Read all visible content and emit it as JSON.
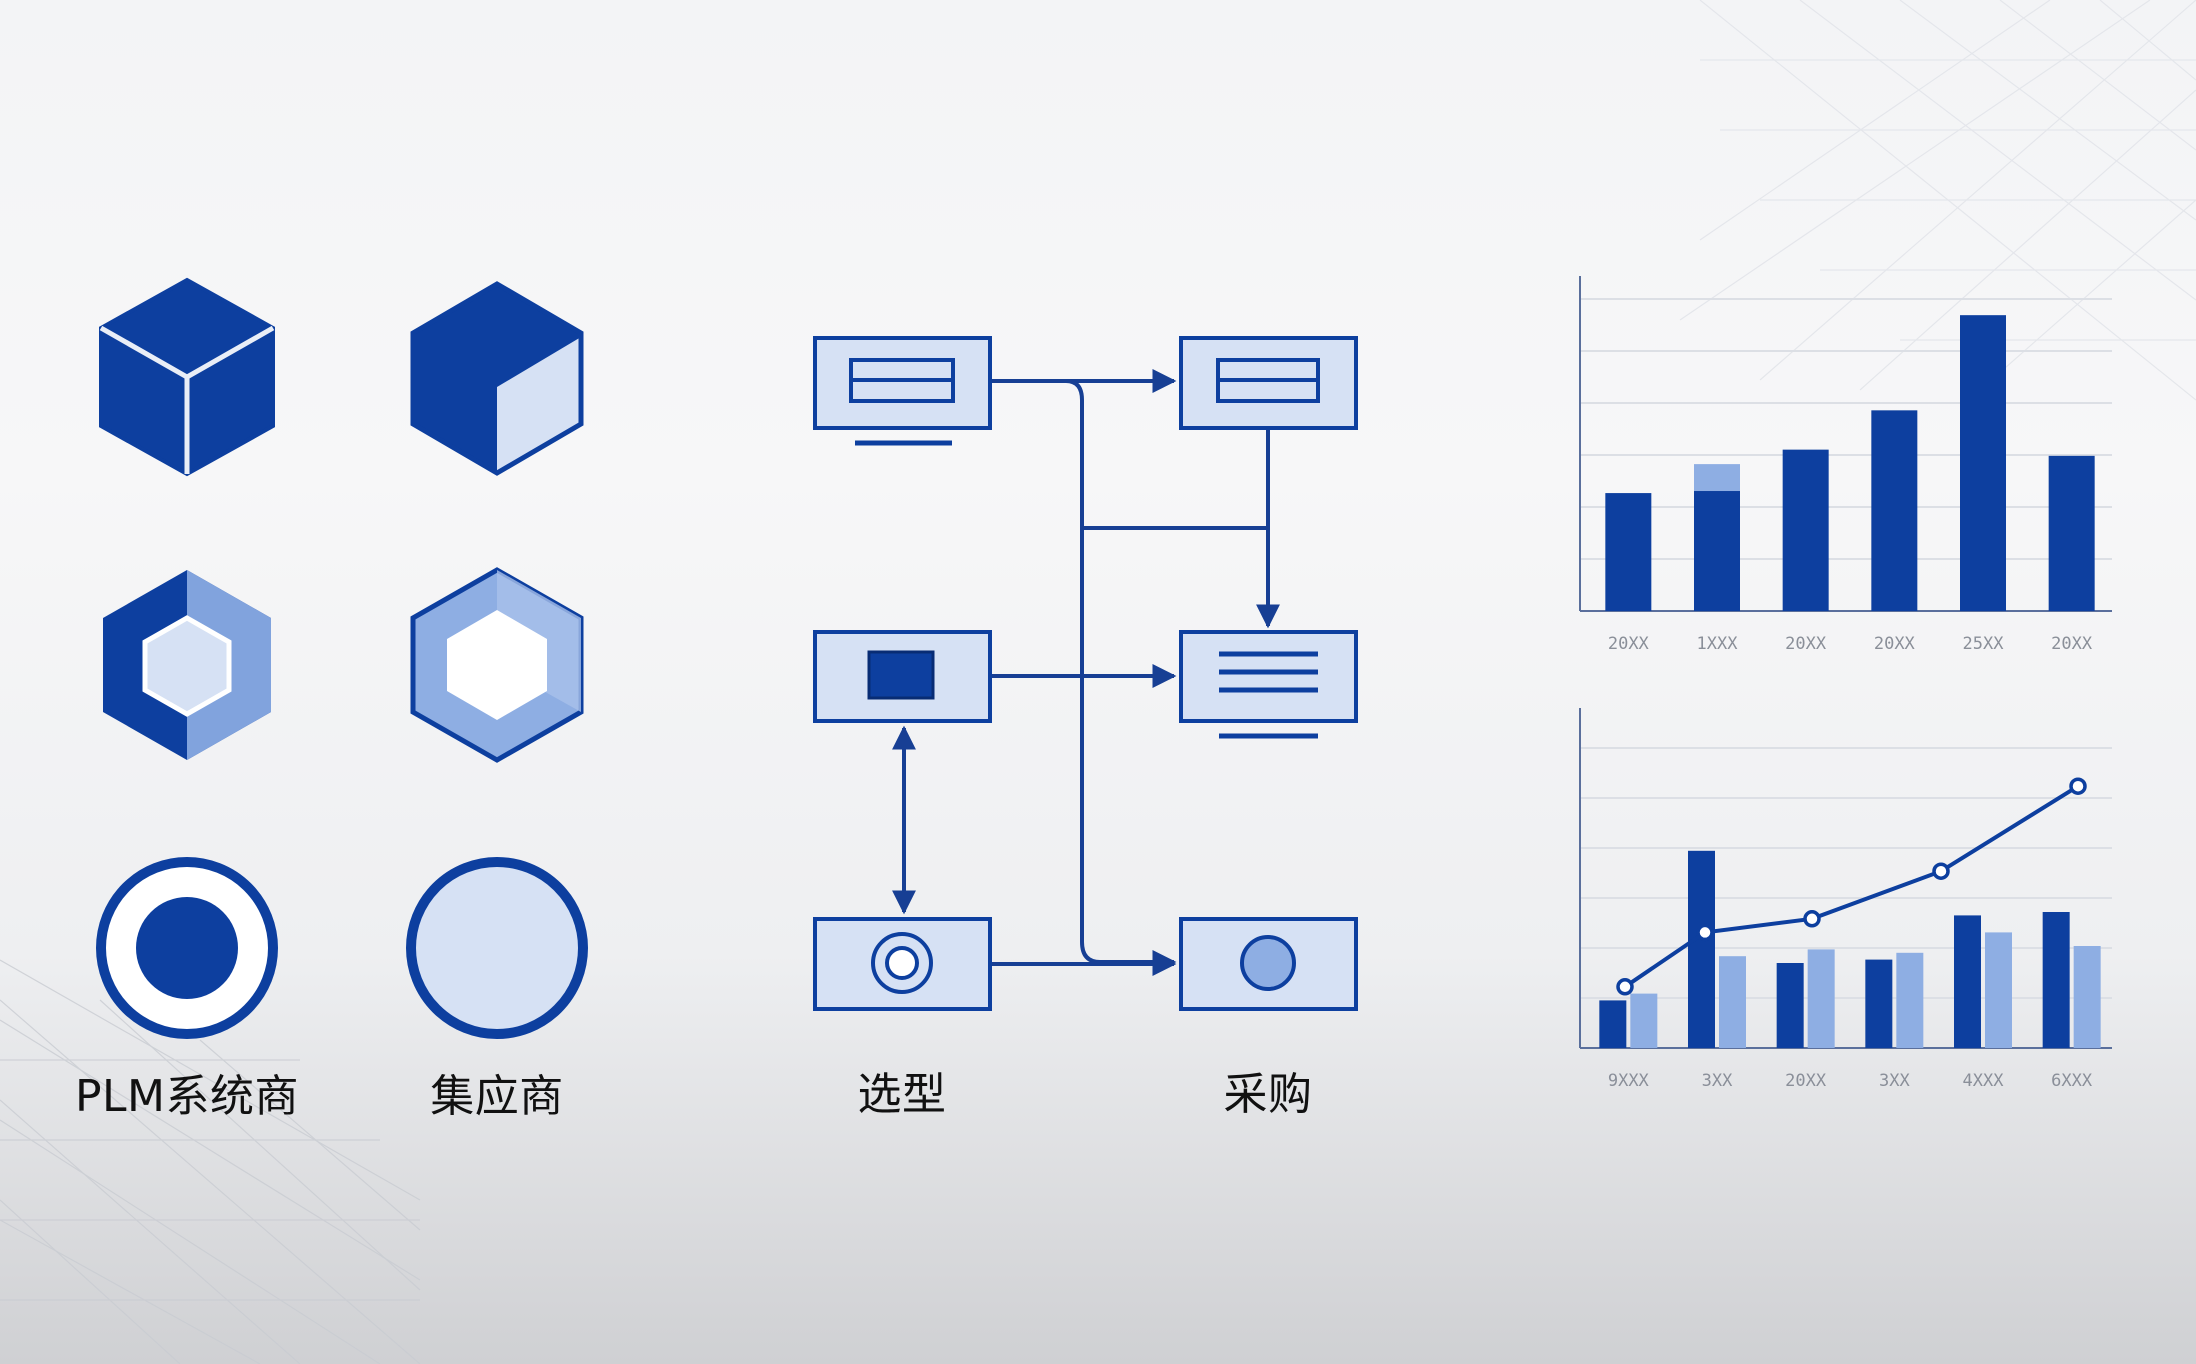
{
  "colors": {
    "primary": "#0d3f9f",
    "light_fill": "#d6e1f4",
    "mid_blue": "#8eaee3",
    "line": "#173f94"
  },
  "icons": [
    {
      "name": "cube-solid-icon"
    },
    {
      "name": "cube-light-face-icon"
    },
    {
      "name": "hexagon-dark-ring-icon"
    },
    {
      "name": "hexagon-light-ring-icon"
    },
    {
      "name": "circle-target-icon"
    },
    {
      "name": "circle-light-icon"
    }
  ],
  "labels": {
    "plm_vendor": "PLM系统商",
    "integrator": "集应商",
    "selection": "选型",
    "procurement": "采购"
  },
  "flow": {
    "nodes": [
      {
        "id": "sel-top",
        "content": "list-icon"
      },
      {
        "id": "sel-mid",
        "content": "square-icon"
      },
      {
        "id": "sel-bot",
        "content": "ring-icon"
      },
      {
        "id": "proc-top",
        "content": "list-icon"
      },
      {
        "id": "proc-mid",
        "content": "list-icon"
      },
      {
        "id": "proc-bot",
        "content": "dot-icon"
      }
    ],
    "edges": [
      {
        "from": "sel-top",
        "to": "proc-top"
      },
      {
        "from": "proc-top",
        "to": "proc-mid"
      },
      {
        "from": "sel-mid",
        "to": "proc-mid"
      },
      {
        "from": "sel-mid",
        "to": "sel-bot",
        "bidirectional": true
      },
      {
        "from": "sel-bot",
        "to": "proc-bot"
      },
      {
        "from": "sel-top",
        "to": "proc-bot"
      }
    ]
  },
  "chart_data": [
    {
      "type": "bar",
      "categories": [
        "20XX",
        "1XXX",
        "20XX",
        "20XX",
        "25XX",
        "20XX"
      ],
      "series": [
        {
          "values": [
            57,
            58,
            78,
            97,
            143,
            75
          ]
        },
        {
          "values": [
            0,
            13,
            0,
            0,
            0,
            0
          ]
        }
      ],
      "ylim": [
        0,
        160
      ],
      "grid": true
    },
    {
      "type": "bar",
      "categories": [
        "9XXX",
        "3XX",
        "20XX",
        "3XX",
        "4XXX",
        "6XXX"
      ],
      "series": [
        {
          "values": [
            14,
            58,
            25,
            26,
            39,
            40
          ]
        },
        {
          "values": [
            16,
            27,
            29,
            28,
            34,
            30
          ]
        },
        {
          "type": "line",
          "values": [
            18,
            34,
            38,
            52,
            77
          ]
        }
      ],
      "ylim": [
        0,
        100
      ],
      "grid": true
    }
  ]
}
